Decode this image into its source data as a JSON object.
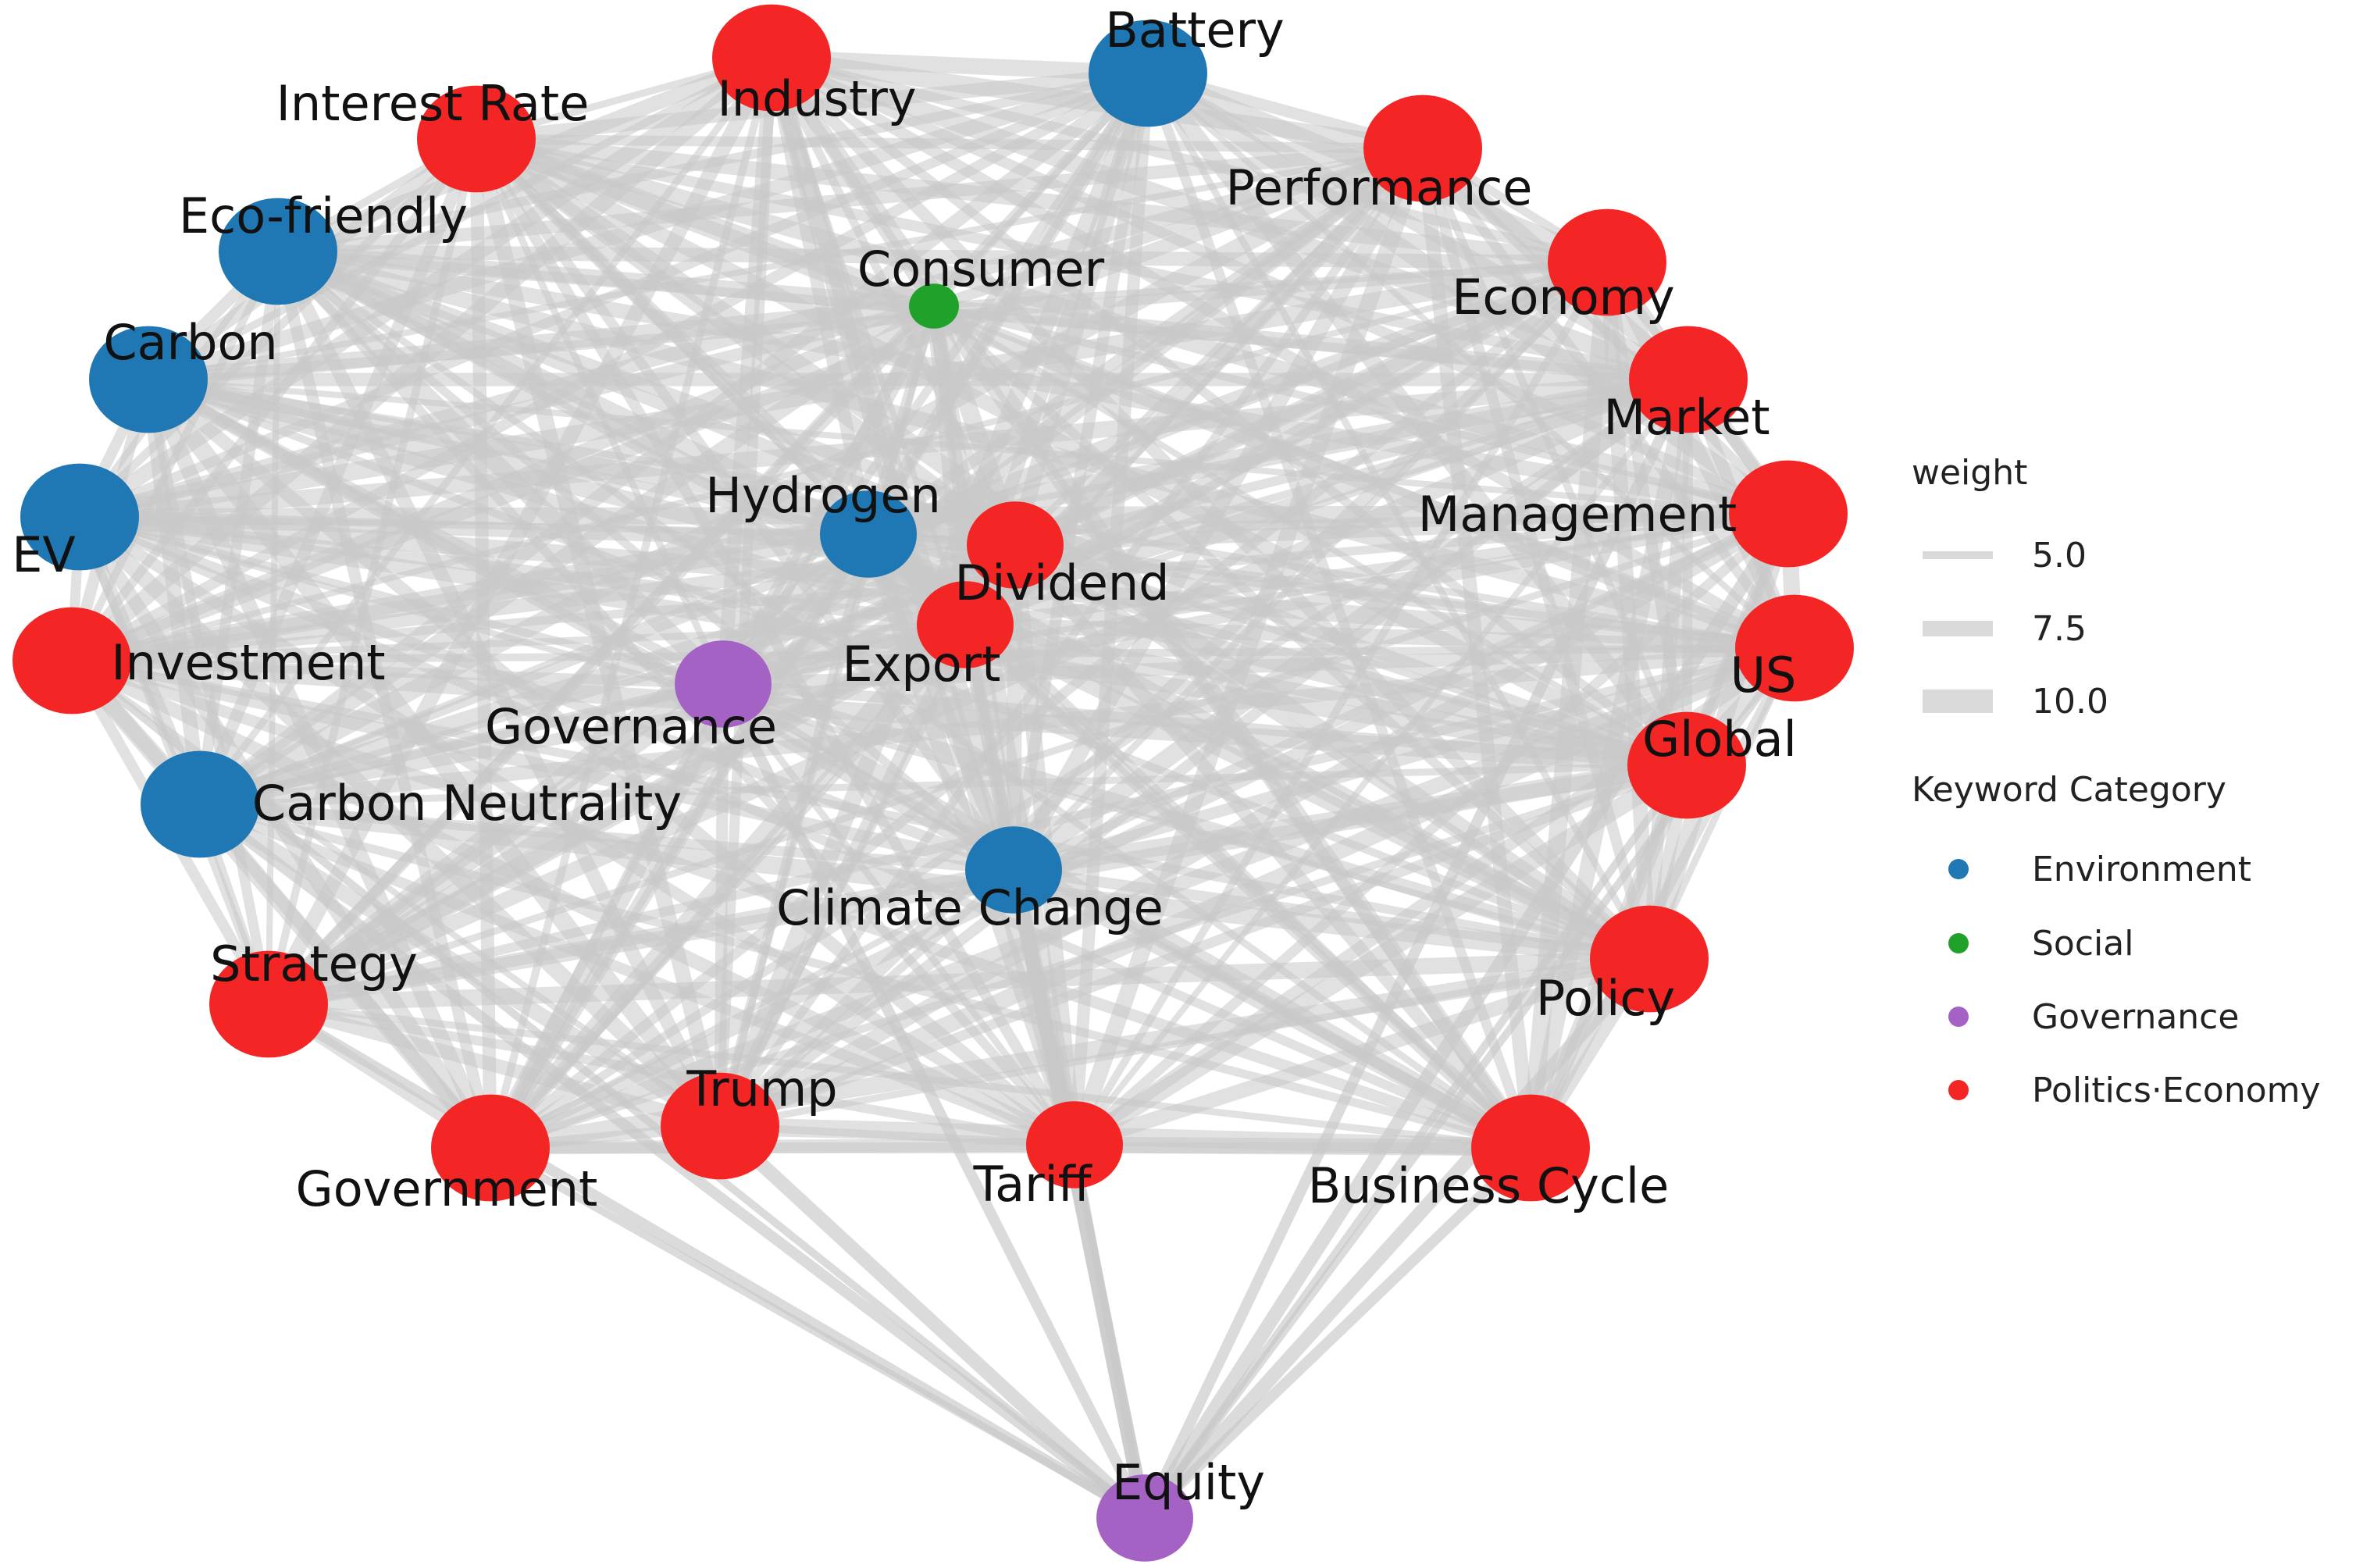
{
  "colors": {
    "Environment": "#1f78b4",
    "Social": "#1fa12a",
    "Governance": "#a463c4",
    "Politics·Economy": "#f42525",
    "edge": "#c8c8c8"
  },
  "nodes": [
    {
      "id": "battery",
      "label": "Battery",
      "category": "Environment",
      "size": "large"
    },
    {
      "id": "industry",
      "label": "Industry",
      "category": "Politics·Economy",
      "size": "large"
    },
    {
      "id": "interest-rate",
      "label": "Interest Rate",
      "category": "Politics·Economy",
      "size": "large"
    },
    {
      "id": "performance",
      "label": "Performance",
      "category": "Politics·Economy",
      "size": "large"
    },
    {
      "id": "eco-friendly",
      "label": "Eco-friendly",
      "category": "Environment",
      "size": "large"
    },
    {
      "id": "consumer",
      "label": "Consumer",
      "category": "Social",
      "size": "small"
    },
    {
      "id": "economy",
      "label": "Economy",
      "category": "Politics·Economy",
      "size": "large"
    },
    {
      "id": "carbon",
      "label": "Carbon",
      "category": "Environment",
      "size": "large"
    },
    {
      "id": "market",
      "label": "Market",
      "category": "Politics·Economy",
      "size": "large"
    },
    {
      "id": "ev",
      "label": "EV",
      "category": "Environment",
      "size": "large"
    },
    {
      "id": "hydrogen",
      "label": "Hydrogen",
      "category": "Environment",
      "size": "medium"
    },
    {
      "id": "management",
      "label": "Management",
      "category": "Politics·Economy",
      "size": "large"
    },
    {
      "id": "dividend",
      "label": "Dividend",
      "category": "Politics·Economy",
      "size": "medium"
    },
    {
      "id": "export",
      "label": "Export",
      "category": "Politics·Economy",
      "size": "medium"
    },
    {
      "id": "investment",
      "label": "Investment",
      "category": "Politics·Economy",
      "size": "large"
    },
    {
      "id": "governance",
      "label": "Governance",
      "category": "Governance",
      "size": "medium"
    },
    {
      "id": "us",
      "label": "US",
      "category": "Politics·Economy",
      "size": "large"
    },
    {
      "id": "global",
      "label": "Global",
      "category": "Politics·Economy",
      "size": "large"
    },
    {
      "id": "carbon-neutrality",
      "label": "Carbon Neutrality",
      "category": "Environment",
      "size": "large"
    },
    {
      "id": "climate-change",
      "label": "Climate Change",
      "category": "Environment",
      "size": "medium"
    },
    {
      "id": "strategy",
      "label": "Strategy",
      "category": "Politics·Economy",
      "size": "large"
    },
    {
      "id": "policy",
      "label": "Policy",
      "category": "Politics·Economy",
      "size": "large"
    },
    {
      "id": "trump",
      "label": "Trump",
      "category": "Politics·Economy",
      "size": "large"
    },
    {
      "id": "government",
      "label": "Government",
      "category": "Politics·Economy",
      "size": "large"
    },
    {
      "id": "tariff",
      "label": "Tariff",
      "category": "Politics·Economy",
      "size": "medium"
    },
    {
      "id": "business-cycle",
      "label": "Business Cycle",
      "category": "Politics·Economy",
      "size": "large"
    },
    {
      "id": "equity",
      "label": "Equity",
      "category": "Governance",
      "size": "medium"
    }
  ],
  "legend": {
    "weight": {
      "title": "weight",
      "entries": [
        {
          "label": "5.0",
          "weight": 5.0
        },
        {
          "label": "7.5",
          "weight": 7.5
        },
        {
          "label": "10.0",
          "weight": 10.0
        }
      ]
    },
    "category": {
      "title": "Keyword Category",
      "entries": [
        {
          "label": "Environment",
          "category": "Environment"
        },
        {
          "label": "Social",
          "category": "Social"
        },
        {
          "label": "Governance",
          "category": "Governance"
        },
        {
          "label": "Politics·Economy",
          "category": "Politics·Economy"
        }
      ]
    }
  }
}
